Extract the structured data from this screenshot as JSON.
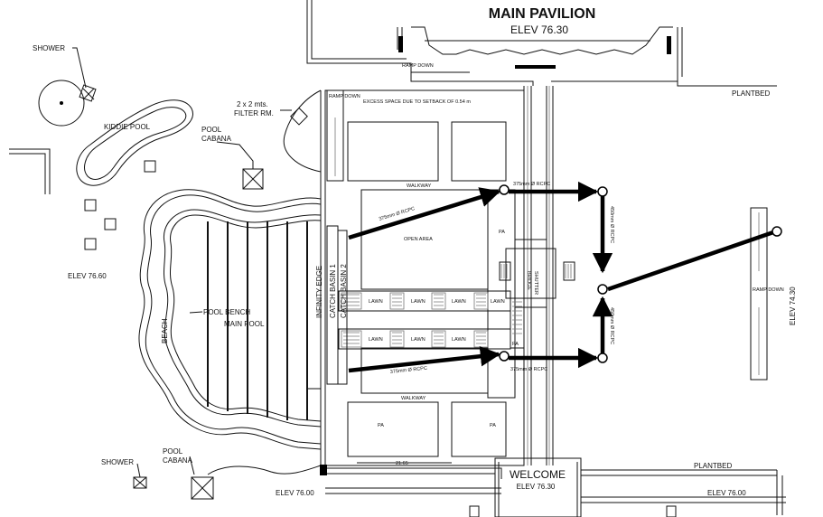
{
  "pavilion": {
    "title": "MAIN PAVILION",
    "elev": "ELEV 76.30"
  },
  "welcome": {
    "title": "WELCOME",
    "elev": "ELEV 76.30"
  },
  "labels": {
    "shower_top": "SHOWER",
    "shower_bottom": "SHOWER",
    "kiddie_pool": "KIDDIE POOL",
    "pool_cabana_top_1": "POOL",
    "pool_cabana_top_2": "CABANA",
    "pool_cabana_bottom_1": "POOL",
    "pool_cabana_bottom_2": "CABANA",
    "filter_room_1": "2 x 2 mts.",
    "filter_room_2": "FILTER RM.",
    "pool_bench": "POOL BENCH",
    "main_pool": "MAIN POOL",
    "beach": "BEACH",
    "infinity_edge": "INFINITY EDGE",
    "catch_basin_1": "CATCH BASIN 1",
    "catch_basin_2": "CATCH BASIN 2",
    "excess_space": "EXCESS SPACE DUE TO SETBACK OF 0.54 m",
    "open_area": "OPEN AREA",
    "walkway_top": "WALKWAY",
    "walkway_bottom": "WALKWAY",
    "bridge_1": "BRIDGE",
    "bridge_2": "SHUTTER",
    "plantbed_top": "PLANTBED",
    "plantbed_bottom": "PLANTBED",
    "ramp_top": "RAMP DOWN",
    "ramp_left": "RAMP DOWN",
    "ramp_right": "RAMP DOWN",
    "elev_left": "ELEV 76.60",
    "elev_right": "ELEV 74.30",
    "elev_bottom_left": "ELEV 76.00",
    "elev_bottom_right": "ELEV 76.00",
    "dimension": "21.65",
    "pa_1": "PA",
    "pa_2": "PA",
    "pa_3": "PA",
    "pa_4": "PA",
    "lawn": "LAWN"
  },
  "pipes": {
    "upper_left": "375mm Ø RCPC",
    "upper_right": "375mm Ø RCPC",
    "lower_left": "375mm Ø RCPC",
    "lower_right": "375mm Ø RCPC",
    "vertical_upper": "450mm Ø RCPC",
    "vertical_lower": "450mm Ø RCPC"
  }
}
